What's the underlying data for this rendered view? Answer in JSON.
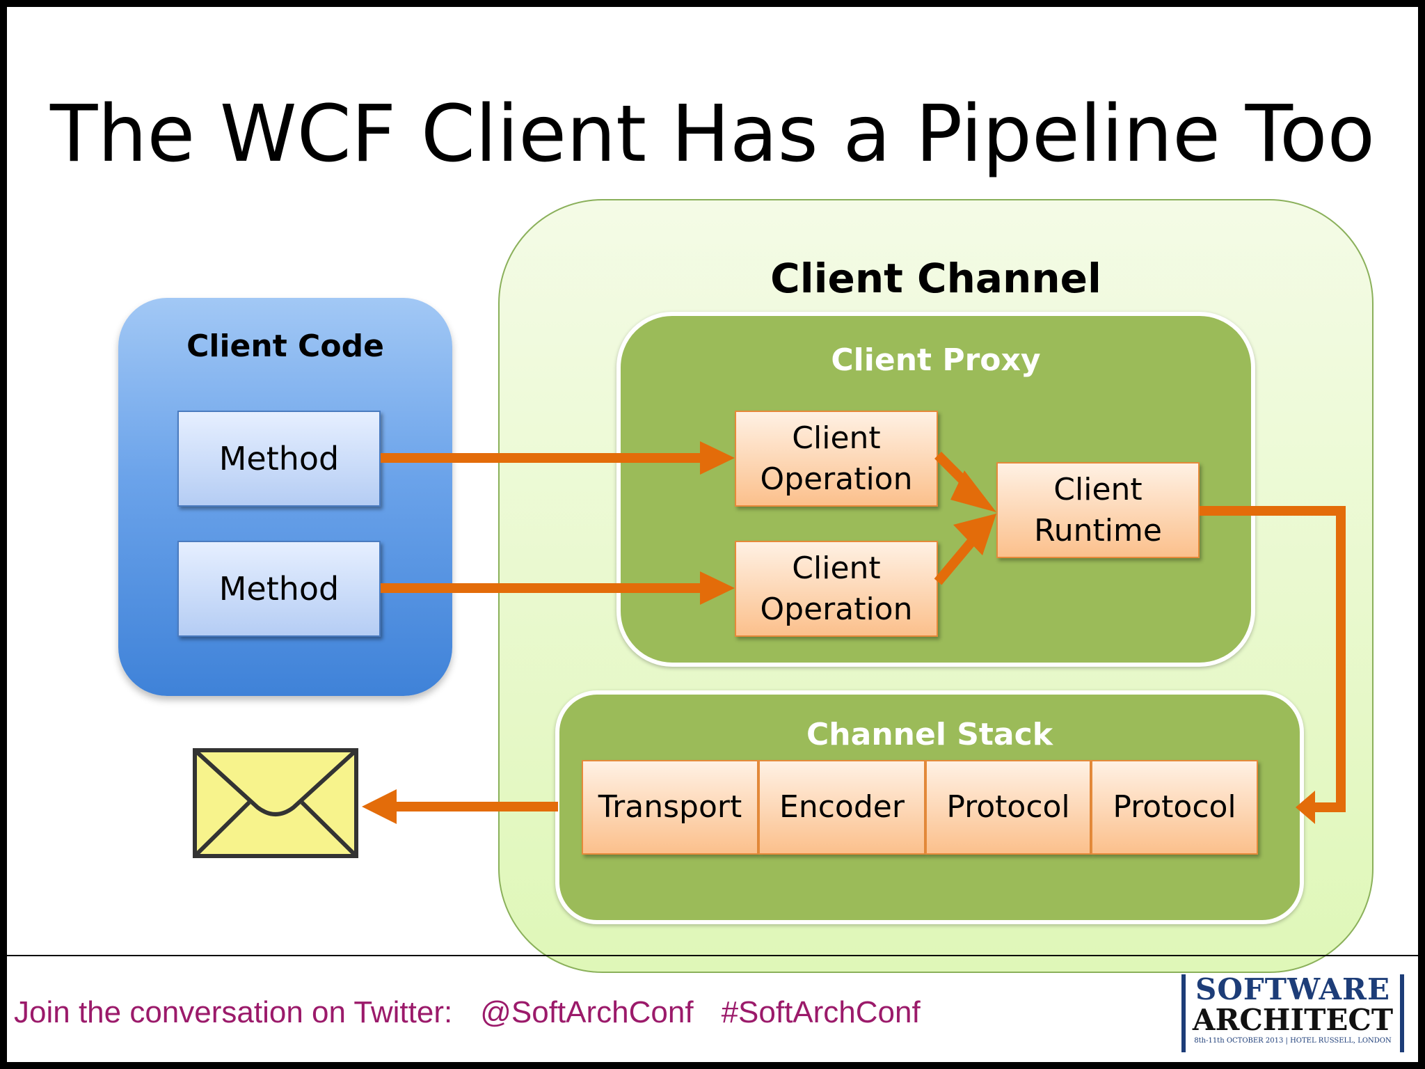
{
  "title": "The WCF Client Has a Pipeline Too",
  "client_code": {
    "label": "Client Code",
    "methods": [
      "Method",
      "Method"
    ]
  },
  "client_channel": {
    "label": "Client Channel",
    "client_proxy": {
      "label": "Client Proxy",
      "operations": [
        "Client Operation",
        "Client Operation"
      ],
      "runtime": "Client Runtime"
    },
    "channel_stack": {
      "label": "Channel Stack",
      "elements": [
        "Transport",
        "Encoder",
        "Protocol",
        "Protocol"
      ]
    }
  },
  "message_icon": "envelope-icon",
  "footer": {
    "prompt": "Join the conversation on Twitter:",
    "handle": "@SoftArchConf",
    "hashtag": "#SoftArchConf"
  },
  "logo": {
    "line1": "SOFTWARE",
    "line2": "ARCHITECT",
    "tagline": "8th-11th OCTOBER 2013 | HOTEL RUSSELL, LONDON"
  },
  "colors": {
    "arrow": "#e36c0a",
    "client_code_blue": "#4f8fdf",
    "proxy_green": "#9bbb59",
    "channel_light_green": "#dff7b8",
    "footer_text": "#9b1a6a"
  }
}
